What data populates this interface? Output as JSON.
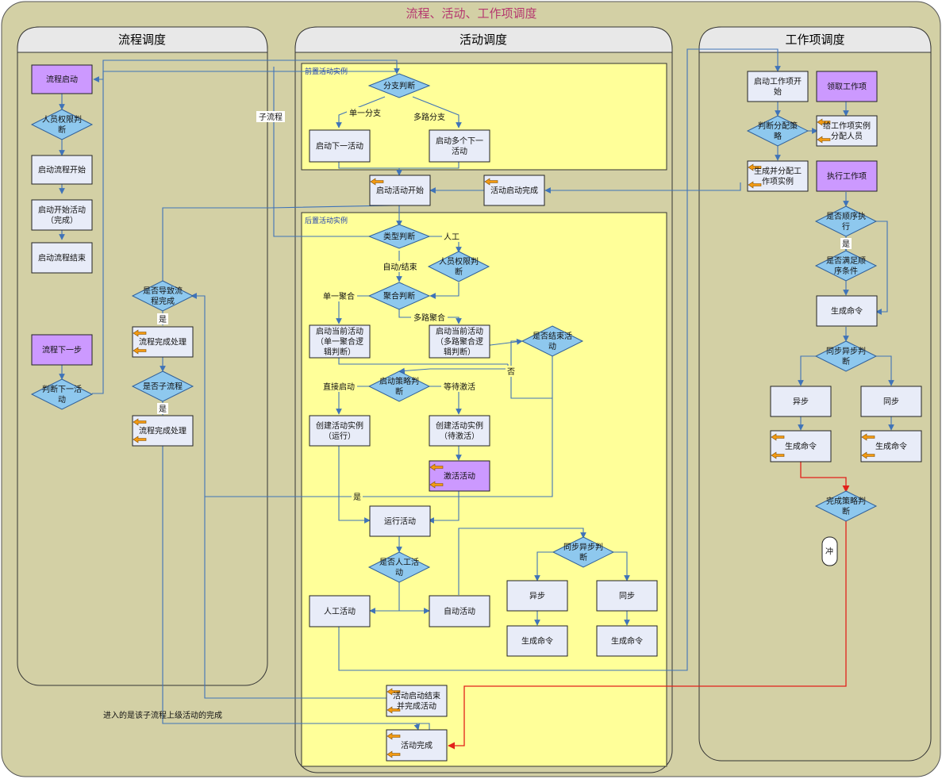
{
  "title": "流程、活动、工作项调度",
  "lanes": {
    "process": "流程调度",
    "activity": "活动调度",
    "workitem": "工作项调度"
  },
  "groups": {
    "pre": "前置活动实例",
    "post": "后置活动实例"
  },
  "process": {
    "start": "流程启动",
    "perm": [
      "人员权限判",
      "断"
    ],
    "start_begin": "启动流程开始",
    "start_act": [
      "启动开始活动",
      "（完成）"
    ],
    "start_end": "启动流程结束",
    "next": "流程下一步",
    "judge_next": [
      "判断下一活",
      "动"
    ],
    "cause_complete": [
      "是否导致流",
      "程完成"
    ],
    "complete1": "流程完成处理",
    "is_sub": "是否子流程",
    "complete2": "流程完成处理"
  },
  "activity": {
    "branch": "分支判断",
    "start_next": "启动下一活动",
    "start_multi": [
      "启动多个下一",
      "活动"
    ],
    "act_begin": "启动活动开始",
    "act_start_done": "活动启动完成",
    "type_judge": "类型判断",
    "perm": [
      "人员权限判",
      "断"
    ],
    "join": "聚合判断",
    "start_cur_single": [
      "启动当前活动",
      "（单一聚合逻",
      "辑判断）"
    ],
    "start_cur_multi": [
      "启动当前活动",
      "（多路聚合逻",
      "辑判断）"
    ],
    "is_end": [
      "是否结束活",
      "动"
    ],
    "strategy": [
      "启动策略判",
      "断"
    ],
    "create_run": [
      "创建活动实例",
      "（运行）"
    ],
    "create_wait": [
      "创建活动实例",
      "（待激活）"
    ],
    "activate": "激活活动",
    "run": "运行活动",
    "is_manual": [
      "是否人工活",
      "动"
    ],
    "manual": "人工活动",
    "auto": "自动活动",
    "sync_judge": [
      "同步异步判",
      "断"
    ],
    "async": "异步",
    "sync": "同步",
    "gen_cmd1": "生成命令",
    "gen_cmd2": "生成命令",
    "act_end": [
      "活动启动结束",
      "并完成活动"
    ],
    "act_done": "活动完成"
  },
  "workitem": {
    "start_begin": [
      "启动工作项开",
      "始"
    ],
    "claim": "领取工作项",
    "alloc_strategy": [
      "判断分配策",
      "略"
    ],
    "assign": [
      "给工作项实例",
      "分配人员"
    ],
    "gen_alloc": [
      "生成并分配工",
      "作项实例"
    ],
    "exec": "执行工作项",
    "is_seq": [
      "是否顺序执",
      "行"
    ],
    "seq_cond": [
      "是否满足顺",
      "序条件"
    ],
    "gen_cmd": "生成命令",
    "sync_judge": [
      "同步异步判",
      "断"
    ],
    "async": "异步",
    "sync": "同步",
    "gen_cmd_a": "生成命令",
    "gen_cmd_b": "生成命令",
    "done_strategy": [
      "完成策略判",
      "断"
    ],
    "chong": "冲"
  },
  "edge_labels": {
    "subprocess": "子流程",
    "single_branch": "单一分支",
    "multi_branch": "多路分支",
    "manual": "人工",
    "auto_end": "自动/结束",
    "single_join": "单一聚合",
    "multi_join": "多路聚合",
    "no": "否",
    "direct": "直接启动",
    "wait": "等待激活",
    "yes_mid": "是",
    "yes1": "是",
    "yes2": "是",
    "yes_seq": "是",
    "enter_note": "进入的是该子流程上级活动的完成"
  },
  "colors": {
    "outer_bg": "#d3d0a5",
    "yellow": "#ffff99",
    "box": "#e8ecf8",
    "purple": "#cc99ff",
    "diamond": "#8ec8ee",
    "edge": "#3f73b8",
    "red": "#e2211b",
    "title": "#b5386f"
  }
}
